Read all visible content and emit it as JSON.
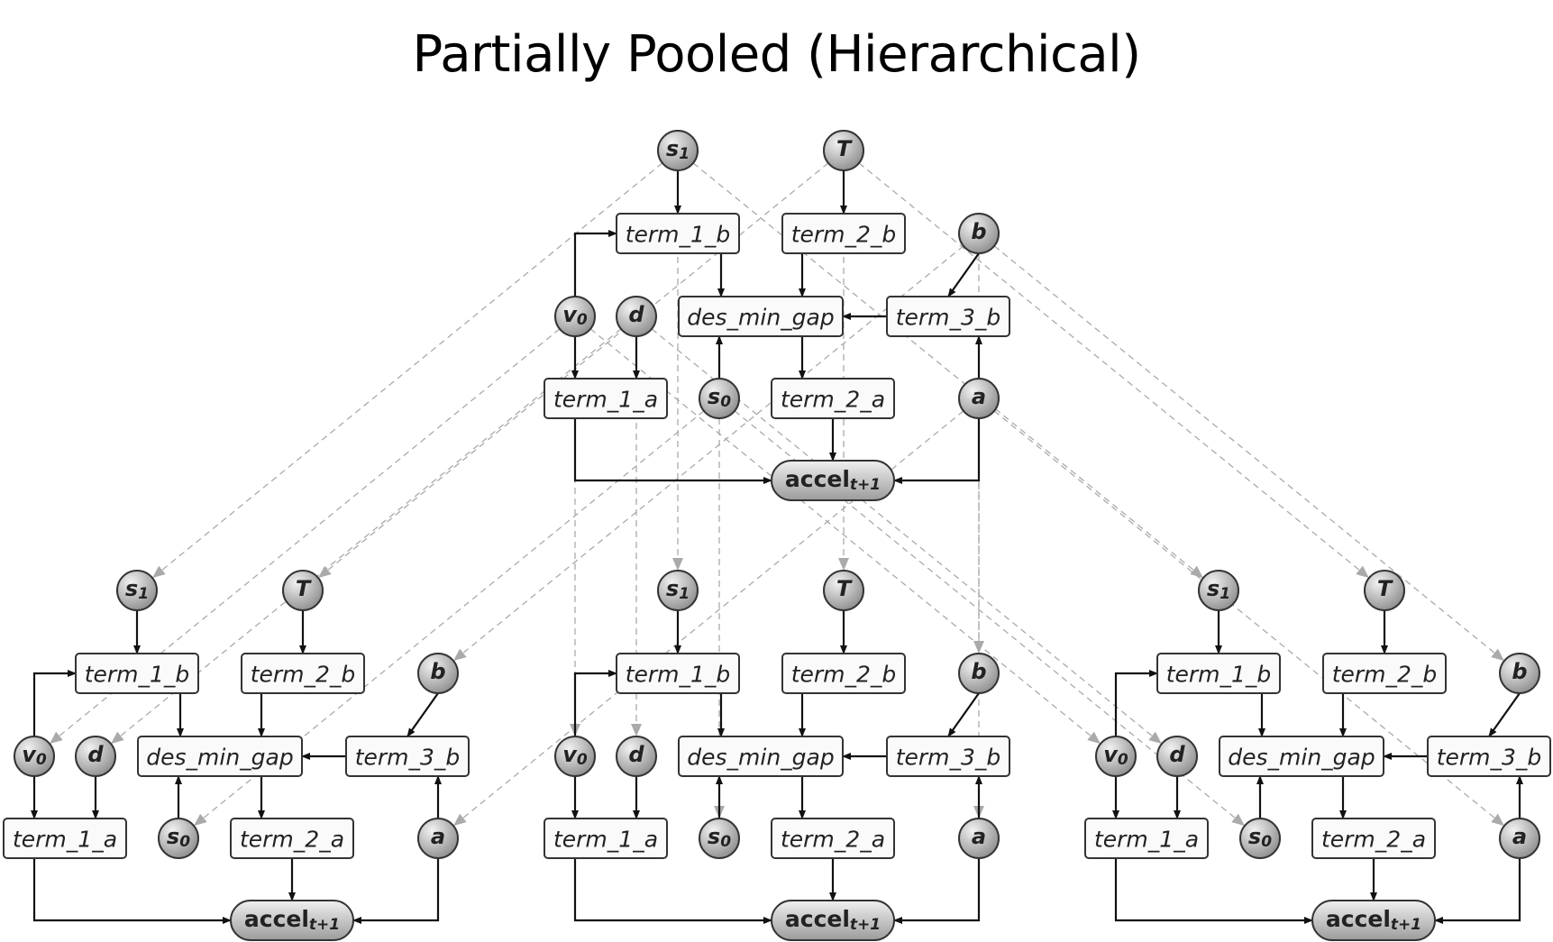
{
  "title": "Partially Pooled (Hierarchical)",
  "node_labels": {
    "term_1_b": "term_1_b",
    "term_2_b": "term_2_b",
    "term_3_b": "term_3_b",
    "des_min_gap": "des_min_gap",
    "term_1_a": "term_1_a",
    "term_2_a": "term_2_a",
    "accel": "accel",
    "accel_sub": "t+1",
    "s1": "s",
    "s1_sub": "1",
    "T": "T",
    "b": "b",
    "v0": "v",
    "v0_sub": "0",
    "d": "d",
    "s0": "s",
    "s0_sub": "0",
    "a": "a"
  },
  "groups": [
    "top",
    "left",
    "middle",
    "right"
  ],
  "colors": {
    "node_fill": "#f5f5f5",
    "circle_fill_light": "#e8e8e8",
    "circle_fill_dark": "#9a9a9a",
    "edge": "#111111",
    "dashed": "#aaaaaa"
  }
}
